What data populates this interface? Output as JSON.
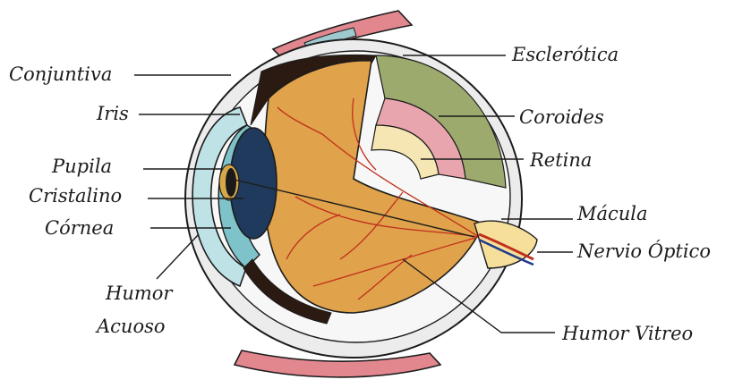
{
  "labels": {
    "conjuntiva": "Conjuntiva",
    "iris": "Iris",
    "pupila": "Pupila",
    "cristalino": "Cristalino",
    "cornea": "Córnea",
    "humor_acuoso_1": "Humor",
    "humor_acuoso_2": "Acuoso",
    "esclerotica": "Esclerótica",
    "coroides": "Coroides",
    "retina": "Retina",
    "macula": "Mácula",
    "nervio_optico": "Nervio Óptico",
    "humor_vitreo": "Humor Vitreo"
  },
  "colors": {
    "sclera": "#ececec",
    "vitreous": "#e0a24a",
    "vessels": "#c0301e",
    "choroid": "#e9a5ad",
    "retina": "#f6e6b4",
    "iris": "#7ec3c9",
    "lens": "#1f3a5c",
    "muscle": "#e3878f",
    "dark_layer": "#2a1a12",
    "outline": "#1c1c1c"
  }
}
